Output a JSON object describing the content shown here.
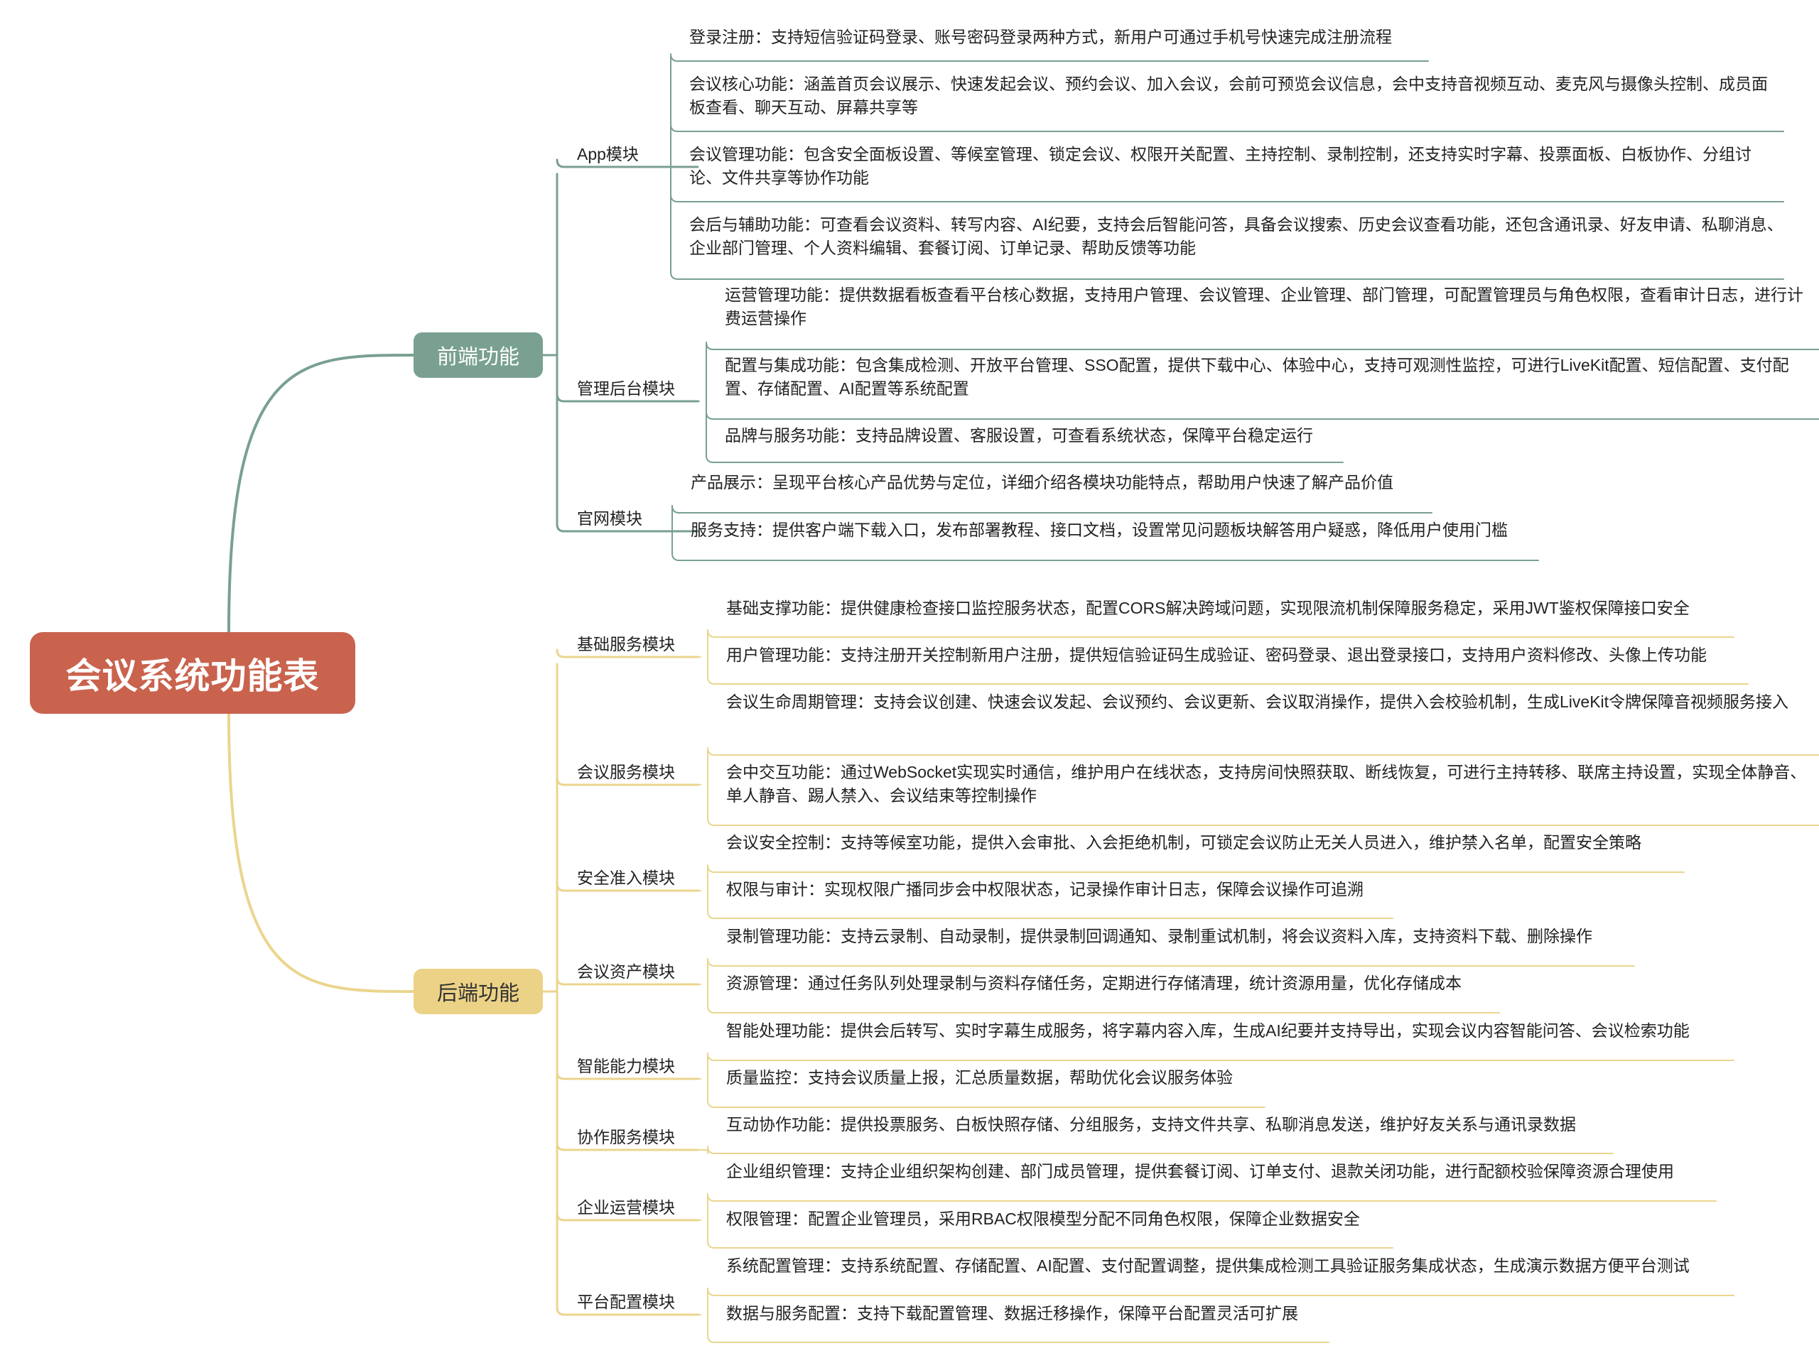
{
  "title": "会议系统功能表",
  "colors": {
    "root": "#c9634e",
    "frontend": "#79a090",
    "backend": "#ecd286",
    "backend_line": "#ebd58e"
  },
  "branches": [
    {
      "name": "前端功能",
      "modules": [
        {
          "name": "App模块",
          "items": [
            "登录注册：支持短信验证码登录、账号密码登录两种方式，新用户可通过手机号快速完成注册流程",
            "会议核心功能：涵盖首页会议展示、快速发起会议、预约会议、加入会议，会前可预览会议信息，会中支持音视频互动、麦克风与摄像头控制、成员面板查看、聊天互动、屏幕共享等",
            "会议管理功能：包含安全面板设置、等候室管理、锁定会议、权限开关配置、主持控制、录制控制，还支持实时字幕、投票面板、白板协作、分组讨论、文件共享等协作功能",
            "会后与辅助功能：可查看会议资料、转写内容、AI纪要，支持会后智能问答，具备会议搜索、历史会议查看功能，还包含通讯录、好友申请、私聊消息、企业部门管理、个人资料编辑、套餐订阅、订单记录、帮助反馈等功能"
          ]
        },
        {
          "name": "管理后台模块",
          "items": [
            "运营管理功能：提供数据看板查看平台核心数据，支持用户管理、会议管理、企业管理、部门管理，可配置管理员与角色权限，查看审计日志，进行计费运营操作",
            "配置与集成功能：包含集成检测、开放平台管理、SSO配置，提供下载中心、体验中心，支持可观测性监控，可进行LiveKit配置、短信配置、支付配置、存储配置、AI配置等系统配置",
            "品牌与服务功能：支持品牌设置、客服设置，可查看系统状态，保障平台稳定运行"
          ]
        },
        {
          "name": "官网模块",
          "items": [
            "产品展示：呈现平台核心产品优势与定位，详细介绍各模块功能特点，帮助用户快速了解产品价值",
            "服务支持：提供客户端下载入口，发布部署教程、接口文档，设置常见问题板块解答用户疑惑，降低用户使用门槛"
          ]
        }
      ]
    },
    {
      "name": "后端功能",
      "modules": [
        {
          "name": "基础服务模块",
          "items": [
            "基础支撑功能：提供健康检查接口监控服务状态，配置CORS解决跨域问题，实现限流机制保障服务稳定，采用JWT鉴权保障接口安全",
            "用户管理功能：支持注册开关控制新用户注册，提供短信验证码生成验证、密码登录、退出登录接口，支持用户资料修改、头像上传功能"
          ]
        },
        {
          "name": "会议服务模块",
          "items": [
            "会议生命周期管理：支持会议创建、快速会议发起、会议预约、会议更新、会议取消操作，提供入会校验机制，生成LiveKit令牌保障音视频服务接入",
            "会中交互功能：通过WebSocket实现实时通信，维护用户在线状态，支持房间快照获取、断线恢复，可进行主持转移、联席主持设置，实现全体静音、单人静音、踢人禁入、会议结束等控制操作"
          ]
        },
        {
          "name": "安全准入模块",
          "items": [
            "会议安全控制：支持等候室功能，提供入会审批、入会拒绝机制，可锁定会议防止无关人员进入，维护禁入名单，配置安全策略",
            "权限与审计：实现权限广播同步会中权限状态，记录操作审计日志，保障会议操作可追溯"
          ]
        },
        {
          "name": "会议资产模块",
          "items": [
            "录制管理功能：支持云录制、自动录制，提供录制回调通知、录制重试机制，将会议资料入库，支持资料下载、删除操作",
            "资源管理：通过任务队列处理录制与资料存储任务，定期进行存储清理，统计资源用量，优化存储成本"
          ]
        },
        {
          "name": "智能能力模块",
          "items": [
            "智能处理功能：提供会后转写、实时字幕生成服务，将字幕内容入库，生成AI纪要并支持导出，实现会议内容智能问答、会议检索功能",
            "质量监控：支持会议质量上报，汇总质量数据，帮助优化会议服务体验"
          ]
        },
        {
          "name": "协作服务模块",
          "items": [
            "互动协作功能：提供投票服务、白板快照存储、分组服务，支持文件共享、私聊消息发送，维护好友关系与通讯录数据"
          ]
        },
        {
          "name": "企业运营模块",
          "items": [
            "企业组织管理：支持企业组织架构创建、部门成员管理，提供套餐订阅、订单支付、退款关闭功能，进行配额校验保障资源合理使用",
            "权限管理：配置企业管理员，采用RBAC权限模型分配不同角色权限，保障企业数据安全"
          ]
        },
        {
          "name": "平台配置模块",
          "items": [
            "系统配置管理：支持系统配置、存储配置、AI配置、支付配置调整，提供集成检测工具验证服务集成状态，生成演示数据方便平台测试",
            "数据与服务配置：支持下载配置管理、数据迁移操作，保障平台配置灵活可扩展"
          ]
        }
      ]
    }
  ]
}
